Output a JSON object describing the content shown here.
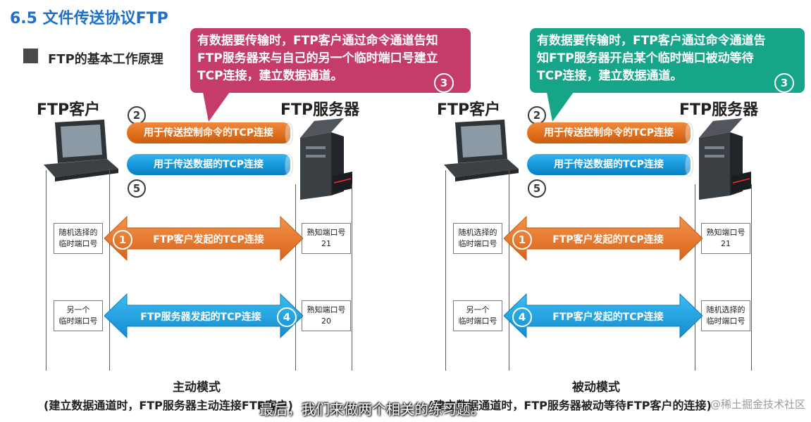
{
  "slide": {
    "title": "6.5 文件传送协议FTP",
    "subtitle": "FTP的基本工作原理"
  },
  "active_mode": {
    "client_label": "FTP客户",
    "server_label": "FTP服务器",
    "callout": "有数据要传输时，FTP客户通过命令通道告知FTP服务器来与自己的另一个临时端口号建立TCP连接，建立数据通道。",
    "callout_num": "3",
    "control_pipe": "用于传送控制命令的TCP连接",
    "control_num": "2",
    "data_pipe": "用于传送数据的TCP连接",
    "data_num": "5",
    "arrow1_num": "1",
    "arrow1_label": "FTP客户发起的TCP连接",
    "arrow2_num": "4",
    "arrow2_label": "FTP服务器发起的TCP连接",
    "client_port1": [
      "随机选择的",
      "临时端口号"
    ],
    "client_port2": [
      "另一个",
      "临时端口号"
    ],
    "server_port1": [
      "熟知端口号",
      "21"
    ],
    "server_port2": [
      "熟知端口号",
      "20"
    ],
    "mode_title": "主动模式",
    "mode_sub": "(建立数据通道时，FTP服务器主动连接FTP客户)"
  },
  "passive_mode": {
    "client_label": "FTP客户",
    "server_label": "FTP服务器",
    "callout": "有数据要传输时，FTP客户通过命令通道告知FTP服务器开启某个临时端口被动等待TCP连接，建立数据通道。",
    "callout_num": "3",
    "control_pipe": "用于传送控制命令的TCP连接",
    "control_num": "2",
    "data_pipe": "用于传送数据的TCP连接",
    "data_num": "5",
    "arrow1_num": "1",
    "arrow1_label": "FTP客户发起的TCP连接",
    "arrow2_num": "4",
    "arrow2_label": "FTP客户发起的TCP连接",
    "client_port1": [
      "随机选择的",
      "临时端口号"
    ],
    "client_port2": [
      "另一个",
      "临时端口号"
    ],
    "server_port1": [
      "熟知端口号",
      "21"
    ],
    "server_port2": [
      "随机选择的",
      "临时端口号"
    ],
    "mode_title": "被动模式",
    "mode_sub": "(建立数据通道时，FTP服务器被动等待FTP客户的连接)"
  },
  "caption": "最后，我们来做两个相关的练习题。",
  "watermark": "@稀土掘金技术社区",
  "colors": {
    "title_blue": "#1f6fc7",
    "callout_pink": "#c53b6c",
    "callout_green": "#17a589",
    "orange": "#e8782a",
    "blue": "#1ba3e6"
  }
}
